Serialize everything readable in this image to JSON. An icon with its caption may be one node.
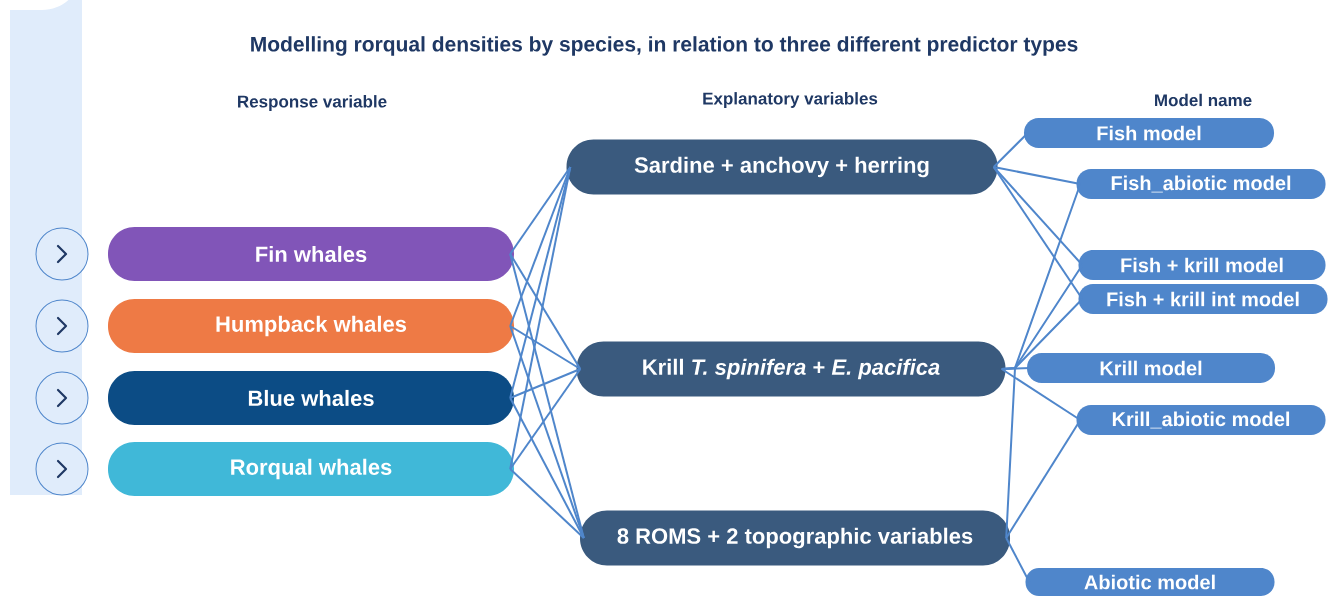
{
  "diagram": {
    "title": "Modelling rorqual densities by species, in relation to three different predictor types",
    "nodes": [
      {
        "text": [
          "Fin whales"
        ]
      },
      {
        "text": [
          "Humpback whales"
        ]
      },
      {
        "text": [
          "Blue whales"
        ]
      },
      {
        "text": [
          "Rorqual whales"
        ]
      },
      {
        "text": [
          "Sardine + anchovy + herring"
        ]
      },
      {
        "text": [
          "Krill *T. spinifera* + *E. pacifica*"
        ]
      },
      {
        "text": [
          "8 ROMS + 2 topographic variables"
        ]
      },
      {
        "text": [
          "Fish model"
        ]
      },
      {
        "text": [
          "Fish_abiotic model"
        ]
      },
      {
        "text": [
          "Fish + krill model"
        ]
      },
      {
        "text": [
          "Fish + krill int model"
        ]
      },
      {
        "text": [
          "Krill model"
        ]
      },
      {
        "text": [
          "Krill_abiotic model"
        ]
      },
      {
        "text": [
          "Abiotic model"
        ]
      }
    ],
    "edges": [
      {
        "from": 0,
        "to": 4,
        "arrow": "none"
      },
      {
        "from": 0,
        "to": 5,
        "arrow": "none"
      },
      {
        "from": 0,
        "to": 6,
        "arrow": "none"
      },
      {
        "from": 1,
        "to": 4,
        "arrow": "none"
      },
      {
        "from": 1,
        "to": 5,
        "arrow": "none"
      },
      {
        "from": 1,
        "to": 6,
        "arrow": "none"
      },
      {
        "from": 2,
        "to": 4,
        "arrow": "none"
      },
      {
        "from": 2,
        "to": 5,
        "arrow": "none"
      },
      {
        "from": 2,
        "to": 6,
        "arrow": "none"
      },
      {
        "from": 3,
        "to": 4,
        "arrow": "none"
      },
      {
        "from": 3,
        "to": 5,
        "arrow": "none"
      },
      {
        "from": 3,
        "to": 6,
        "arrow": "none"
      },
      {
        "from": 4,
        "to": 7,
        "arrow": "none"
      },
      {
        "from": 4,
        "to": 8,
        "arrow": "none"
      },
      {
        "from": 4,
        "to": 9,
        "arrow": "none"
      },
      {
        "from": 4,
        "to": 10,
        "arrow": "none"
      },
      {
        "from": 5,
        "to": 9,
        "arrow": "none"
      },
      {
        "from": 5,
        "to": 10,
        "arrow": "none"
      },
      {
        "from": 5,
        "to": 11,
        "arrow": "none"
      },
      {
        "from": 5,
        "to": 12,
        "arrow": "none"
      },
      {
        "from": 6,
        "to": 8,
        "arrow": "none"
      },
      {
        "from": 6,
        "to": 12,
        "arrow": "none"
      },
      {
        "from": 6,
        "to": 13,
        "arrow": "none"
      }
    ],
    "labels": [
      "Response variable",
      "Explanatory variables",
      "Model name"
    ]
  }
}
